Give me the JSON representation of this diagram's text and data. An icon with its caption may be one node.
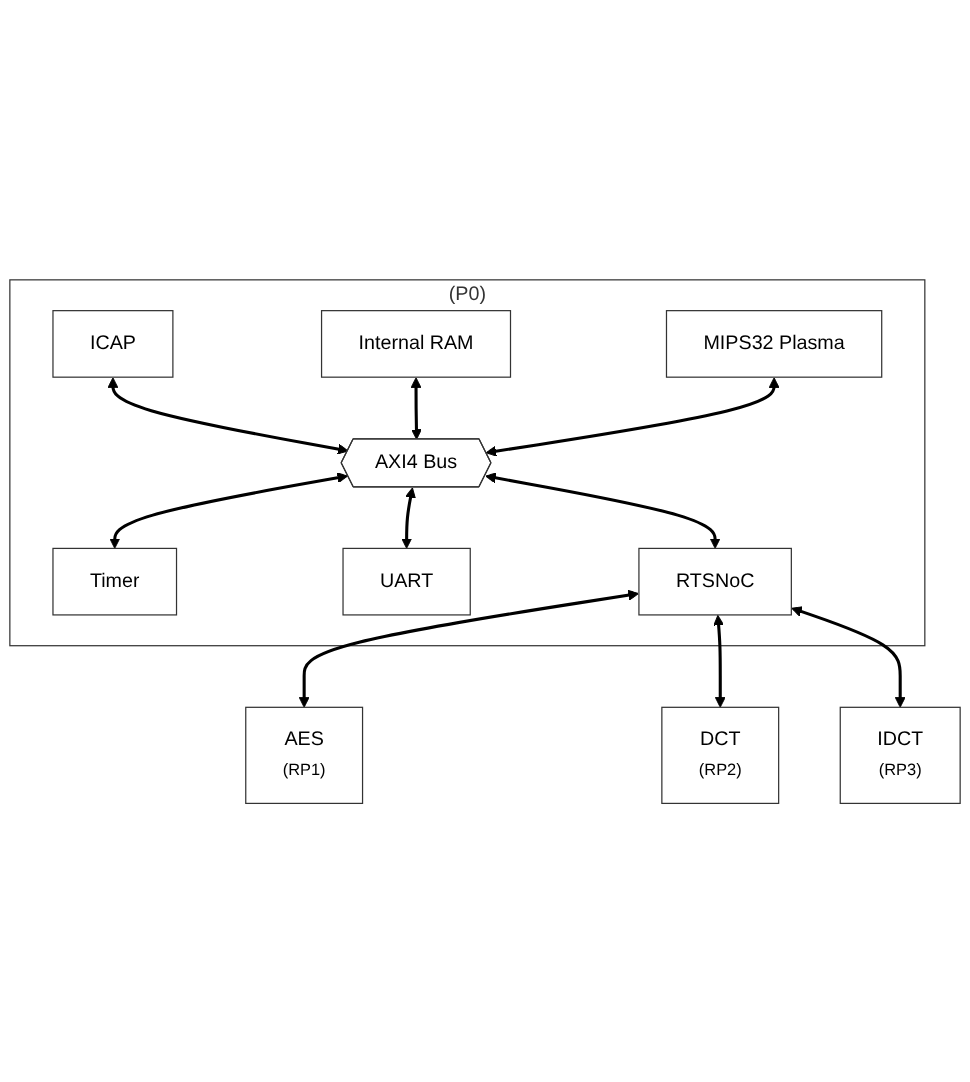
{
  "diagram": {
    "nodes": [
      {
        "text": [
          "(P0)"
        ]
      },
      {
        "text": [
          "ICAP"
        ],
        "in": 0
      },
      {
        "text": [
          "Internal RAM"
        ],
        "in": 0
      },
      {
        "text": [
          "MIPS32 Plasma"
        ],
        "in": 0
      },
      {
        "text": [
          "AXI4 Bus"
        ],
        "in": 0
      },
      {
        "text": [
          "Timer"
        ],
        "in": 0
      },
      {
        "text": [
          "UART"
        ],
        "in": 0
      },
      {
        "text": [
          "RTSNoC"
        ],
        "in": 0
      },
      {
        "text": [
          "AES",
          "(RP1)"
        ]
      },
      {
        "text": [
          "DCT",
          "(RP2)"
        ]
      },
      {
        "text": [
          "IDCT",
          "(RP3)"
        ]
      }
    ],
    "edges": [
      {
        "from": 1,
        "to": 4,
        "arrow": "both"
      },
      {
        "from": 2,
        "to": 4,
        "arrow": "both"
      },
      {
        "from": 3,
        "to": 4,
        "arrow": "both"
      },
      {
        "from": 4,
        "to": 5,
        "arrow": "both"
      },
      {
        "from": 4,
        "to": 6,
        "arrow": "both"
      },
      {
        "from": 4,
        "to": 7,
        "arrow": "both"
      },
      {
        "from": 7,
        "to": 8,
        "arrow": "both"
      },
      {
        "from": 7,
        "to": 9,
        "arrow": "both"
      },
      {
        "from": 7,
        "to": 10,
        "arrow": "both"
      }
    ]
  }
}
